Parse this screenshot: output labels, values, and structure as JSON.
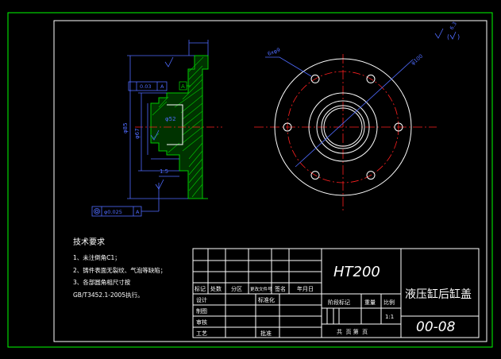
{
  "technical_requirements": {
    "title": "技术要求",
    "items": [
      "1、未注倒角C1；",
      "2、铸件表面无裂纹、气泡等缺陷；",
      "3、各部圆角相尺寸按",
      "GB/T3452.1-2005执行。"
    ]
  },
  "title_block": {
    "material": "HT200",
    "part_name": "液压缸后缸盖",
    "drawing_number": "00-08",
    "scale": "1:1",
    "sheets_text": "共  页 第  页",
    "labels": {
      "mark": "标记",
      "count": "处数",
      "zone": "分区",
      "change_doc": "更改文件号",
      "signature": "签名",
      "date": "年月日",
      "design": "设计",
      "standardization": "标准化",
      "draw": "制图",
      "review": "审核",
      "process": "工艺",
      "approve": "批准",
      "stage_mark": "阶段标记",
      "weight": "重量",
      "scale_label": "比例"
    }
  },
  "annotations": {
    "roughness_general": "6.3",
    "bolt_circle_dia": "φ100",
    "hole_spec": "6xφ9",
    "bore_dia": "φ52",
    "outer_dia": "φ85",
    "height_dim": "φ67",
    "chamfer_dim": "1.5",
    "tolerance_value": "0.03",
    "tolerance_ref": "A",
    "concentricity_value": "φ0.025",
    "datum_flag": "A"
  },
  "colors": {
    "background": "#000000",
    "border": "#00ff00",
    "outline": "#ffffff",
    "dimension": "#4f6bff",
    "hatch": "#00c800",
    "centerline": "#ff2020"
  }
}
